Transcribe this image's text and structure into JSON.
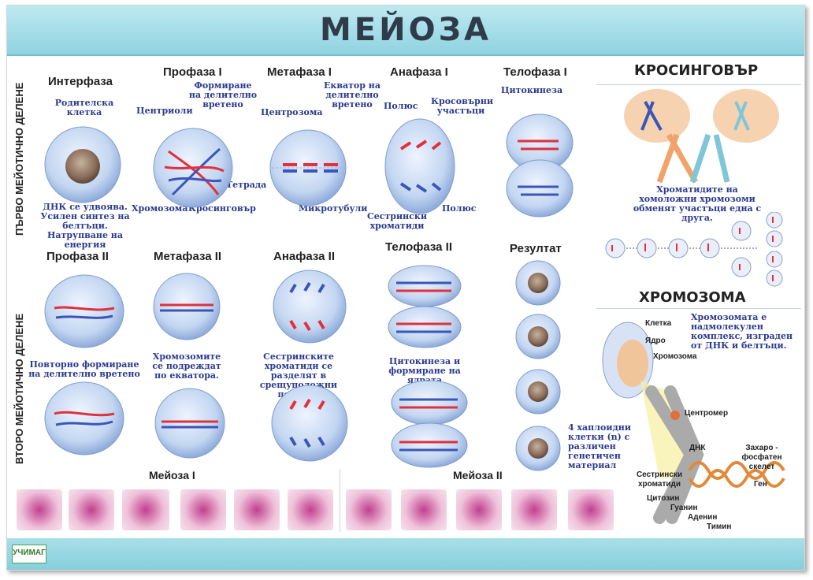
{
  "title": "МЕЙОЗА",
  "side": {
    "first": "ПЪРВО МЕЙОТИЧНО ДЕЛЕНЕ",
    "second": "ВТОРО МЕЙОТИЧНО ДЕЛЕНЕ"
  },
  "phases": {
    "interphase": "Интерфаза",
    "prophase1": "Профаза I",
    "metaphase1": "Метафаза I",
    "anaphase1": "Анафаза I",
    "telophase1": "Телофаза I",
    "prophase2": "Профаза II",
    "metaphase2": "Метафаза II",
    "anaphase2": "Анафаза II",
    "telophase2": "Телофаза II",
    "result": "Резултат"
  },
  "labels": {
    "parent_cell": "Родителска клетка",
    "dna": "ДНК се удвоява. Усилен синтез на белтъци. Натрупване на енергия",
    "centrioles": "Центриоли",
    "spindle_form": "Формиране на делително вретено",
    "tetrad": "Тетрада",
    "chromosome": "Хромозома",
    "crossover": "Кросинговър",
    "centrosome": "Центрозома",
    "equator": "Екватор на делително вретено",
    "microtubules": "Микротубули",
    "pole": "Полюс",
    "crossed_parts": "Кросовърни участъци",
    "pole2": "Полюс",
    "sister_chromatids": "Сестрински хроматиди",
    "cytokinesis": "Цитокинеза",
    "p2_text": "Повторно формиране на делително вретено",
    "m2_text": "Хромозомите се подреждат по екватора.",
    "a2_text": "Сестринските хроматиди се разделят в срещуположни полюси.",
    "t2_text": "Цитокинеза и формиране на ядрата",
    "result_text": "4 хаплоидни клетки (n) с различен генетичен материал"
  },
  "crossover": {
    "title": "КРОСИНГОВЪР",
    "text": "Хроматидите на хомоложни хромозоми обменят участъци една с друга."
  },
  "chromosome": {
    "title": "ХРОМОЗОМА",
    "text": "Хромозомата е надмолекулен комплекс, изграден от ДНК и белтъци.",
    "cell": "Клетка",
    "nucleus": "Ядро",
    "chromosome": "Хромозома",
    "centromere": "Центромер",
    "dna": "ДНК",
    "sugar_phosphate": "Захаро - фосфатен скелет",
    "gene": "Ген",
    "sister": "Сестрински хроматиди",
    "cytosine": "Цитозин",
    "guanine": "Гуанин",
    "adenine": "Аденин",
    "thymine": "Тимин"
  },
  "micro": {
    "m1": "Мейоза I",
    "m2": "Мейоза II"
  },
  "publisher": "УЧИМАГ",
  "colors": {
    "header": "#8fd3e0",
    "cell": "#cfe0f5",
    "red": "#e0313c",
    "blue": "#3b56b8",
    "label": "#2b3a8c"
  }
}
